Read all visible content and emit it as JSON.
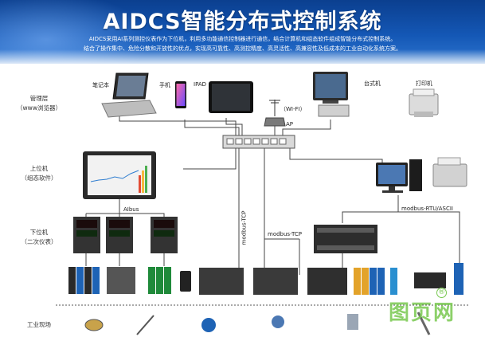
{
  "header": {
    "title": "AIDCS智能分布式控制系统",
    "desc_line1": "AIDCS采用AI系列测控仪表作为下位机，利用多功能通信控制器进行通信，结合计算机和组态软件组成智能分布式控制系统。",
    "desc_line2": "结合了操作集中、危险分散和开放性的优点，实现高可靠性、高测控精度、高灵活性、高兼容性及低成本的工业自动化系统方案。"
  },
  "levels": {
    "management_line1": "管理层",
    "management_line2": "（www浏览器）",
    "upper_line1": "上位机",
    "upper_line2": "（组态软件）",
    "lower_line1": "下位机",
    "lower_line2": "（二次仪表）",
    "field": "工业现场"
  },
  "devices": {
    "laptop": "笔记本",
    "phone": "手机",
    "ipad": "IPAD",
    "desktop": "台式机",
    "printer": "打印机",
    "wifi": "（WI-FI）",
    "ap": "AP"
  },
  "buses": {
    "aibus": "AIbus",
    "modbus_tcp_vertical": "modbus-TCP",
    "modbus_tcp": "modbus-TCP",
    "modbus_rtu": "modbus-RTU/ASCII"
  },
  "colors": {
    "banner": "#1457b5",
    "line": "#444444"
  },
  "watermark": {
    "text": "图页网",
    "mark": "®"
  }
}
